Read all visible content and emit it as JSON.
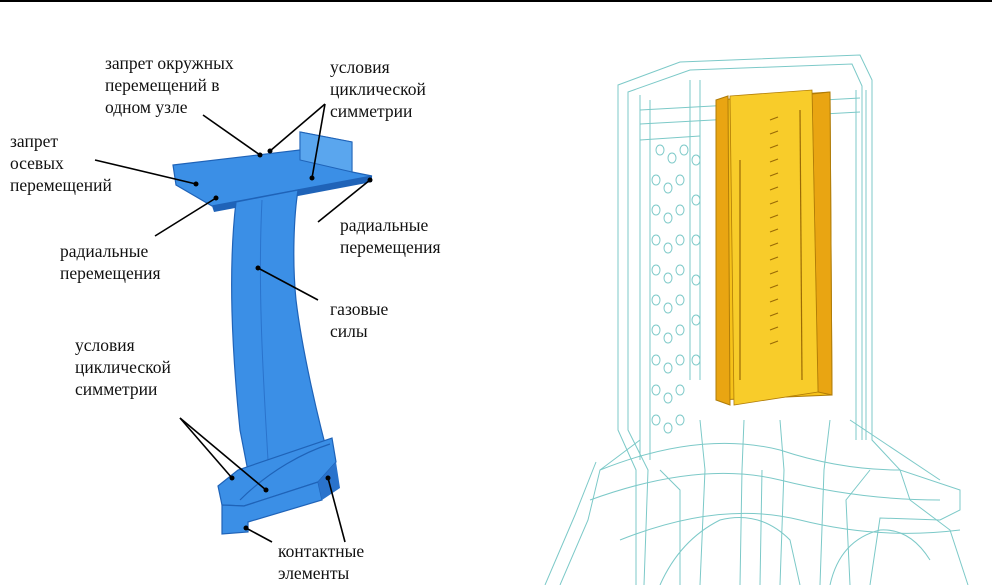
{
  "labels": {
    "circ_lock": [
      "запрет окружных",
      "перемещений в",
      "одном узле"
    ],
    "cyclic_top": [
      "условия",
      "циклической",
      "симметрии"
    ],
    "axial_lock": [
      "запрет",
      "осевых",
      "перемещений"
    ],
    "radial_left": [
      "радиальные",
      "перемещения"
    ],
    "radial_right": [
      "радиальные",
      "перемещения"
    ],
    "gas_forces": [
      "газовые",
      "силы"
    ],
    "cyclic_bottom": [
      "условия",
      "циклической",
      "симметрии"
    ],
    "contact": [
      "контактные",
      "элементы"
    ]
  },
  "colors": {
    "blade_blue": "#3b8fe6",
    "blade_dark": "#1f63b8",
    "insert_yellow": "#f6c21a",
    "insert_orange": "#e9a512",
    "wire_cyan": "#7cc9c8"
  }
}
